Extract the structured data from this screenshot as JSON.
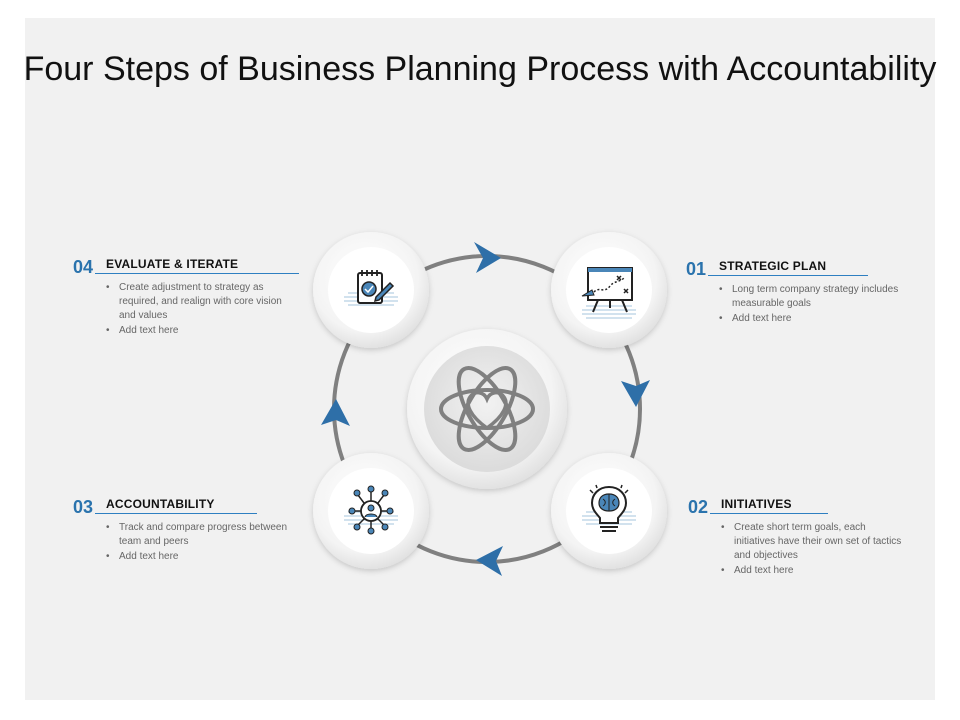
{
  "title": "Four Steps of Business Planning Process with Accountability",
  "colors": {
    "accent": "#2a73ad",
    "arrow": "#2e6fa8",
    "ring": "#808080",
    "background": "#f1f1f1"
  },
  "center_icon": "atom-heart-icon",
  "steps": [
    {
      "number": "01",
      "heading": "STRATEGIC PLAN",
      "icon": "strategy-board-icon",
      "bullets": [
        "Long term company strategy includes measurable goals",
        "Add text here"
      ]
    },
    {
      "number": "02",
      "heading": "INITIATIVES",
      "icon": "brain-lightbulb-icon",
      "bullets": [
        "Create short term goals, each initiatives have their own set of tactics and objectives",
        "Add text here"
      ]
    },
    {
      "number": "03",
      "heading": "ACCOUNTABILITY",
      "icon": "person-network-icon",
      "bullets": [
        "Track and compare progress between team and peers",
        "Add text here"
      ]
    },
    {
      "number": "04",
      "heading": "EVALUATE & ITERATE",
      "icon": "checklist-pen-icon",
      "bullets": [
        "Create adjustment to strategy as required, and realign with core vision and values",
        "Add text here"
      ]
    }
  ]
}
